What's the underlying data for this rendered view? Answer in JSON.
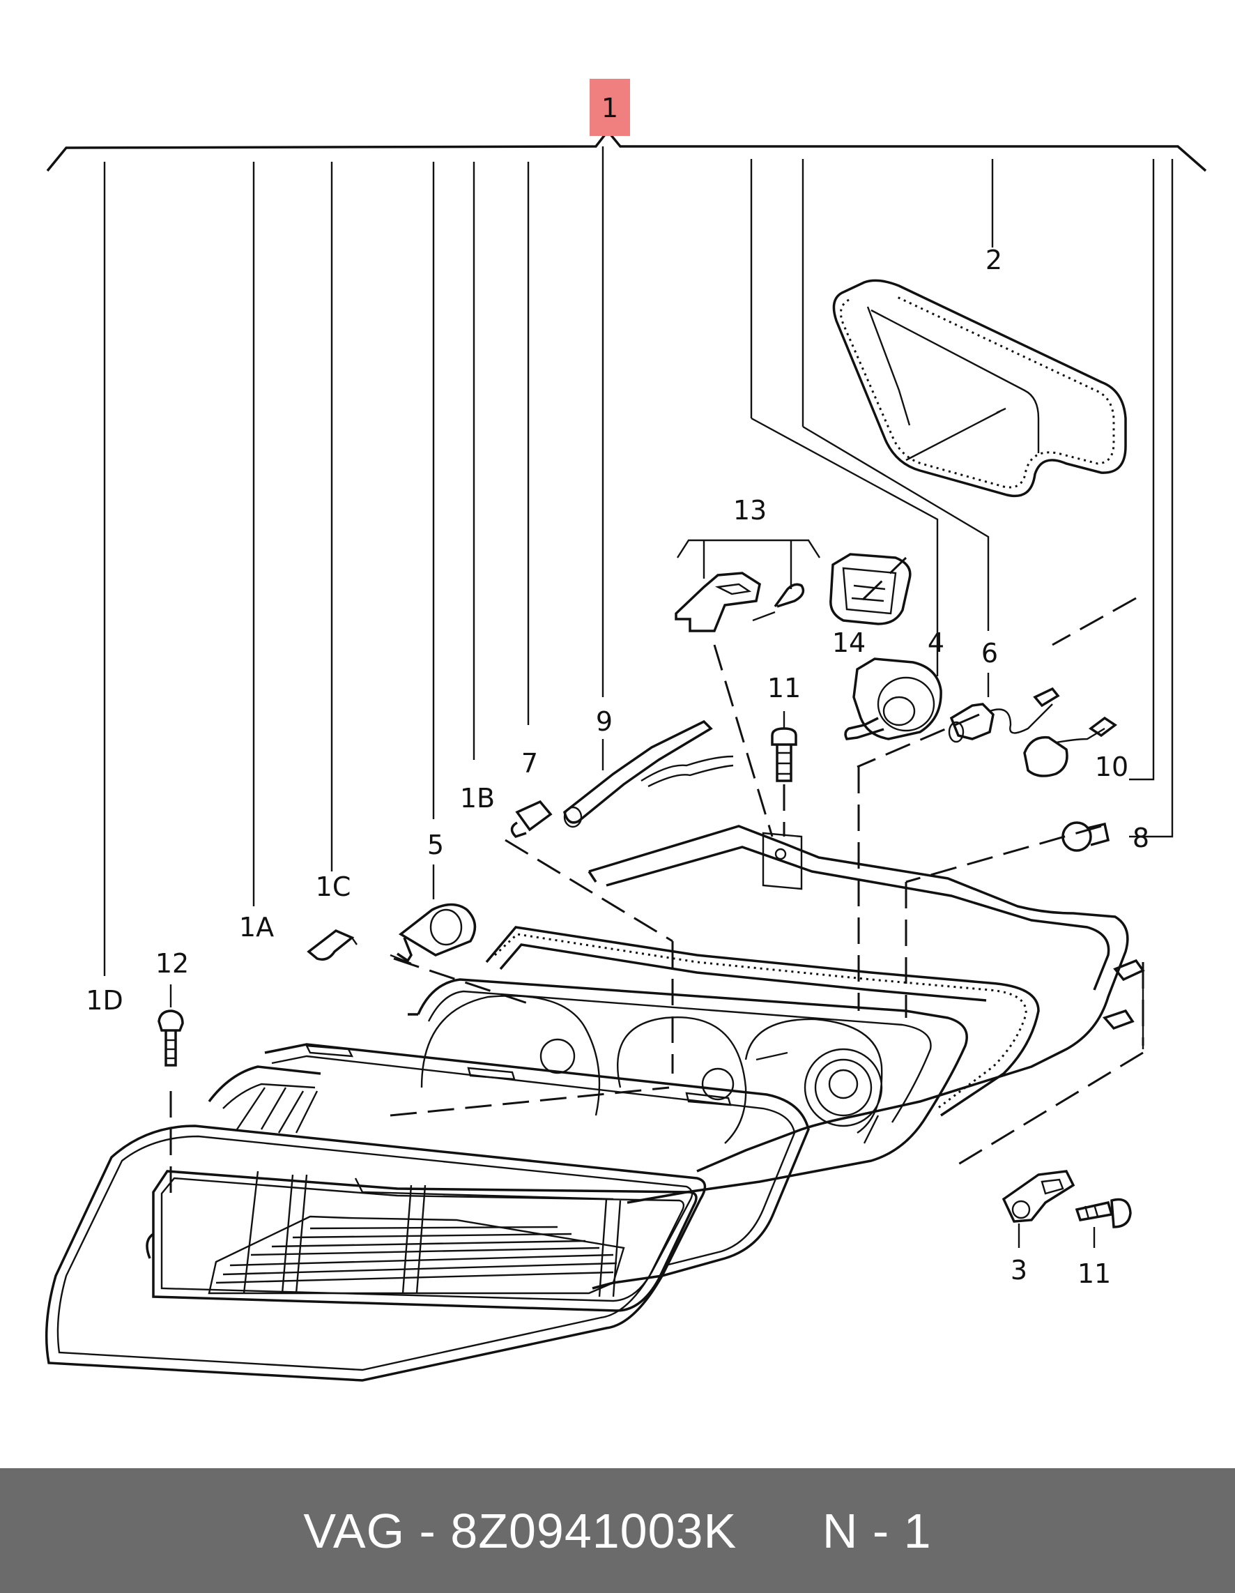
{
  "callouts": {
    "main": "1",
    "c1A": "1A",
    "c1B": "1B",
    "c1C": "1C",
    "c1D": "1D",
    "c2": "2",
    "c3": "3",
    "c4": "4",
    "c5": "5",
    "c6": "6",
    "c7": "7",
    "c8": "8",
    "c9": "9",
    "c10": "10",
    "c11a": "11",
    "c11b": "11",
    "c12": "12",
    "c13": "13",
    "c14": "14"
  },
  "footer": {
    "brand": "VAG",
    "separator": "-",
    "part_number": "8Z0941003K",
    "page": "N - 1"
  },
  "colors": {
    "highlight": "#f08080",
    "footer_bg": "#6b6b6b",
    "footer_text": "#ffffff"
  }
}
